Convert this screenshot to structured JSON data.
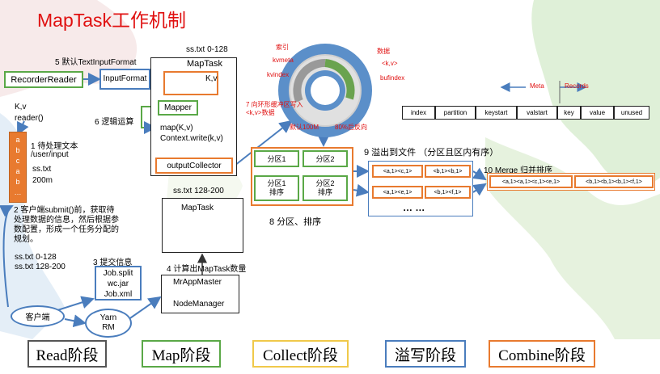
{
  "title": "MapTask工作机制",
  "colors": {
    "title": "#e01010",
    "green": "#5aa847",
    "orange": "#e87a2f",
    "blue": "#4a7dbd",
    "map_bg": "#dff0d8"
  },
  "left": {
    "recorder_reader": "RecorderReader",
    "input_format": "InputFormat",
    "step5": "5 默认TextInputFormat",
    "kv": "K,v",
    "reader": "reader()",
    "step1_title": "1 待处理文本",
    "step1_path": "/user/input",
    "step1_file": "ss.txt",
    "step1_size": "200m",
    "file_letters": [
      "a",
      "b",
      "c",
      "a",
      "b",
      "…"
    ],
    "step2_text": "2 客户端submit()前，获取待处理数据的信息，然后根据参数配置，形成一个任务分配的规划。",
    "split1": "ss.txt  0-128",
    "split2": "ss.txt  128-200",
    "client": "客户端",
    "step3": "3 提交信息",
    "job_files": [
      "Job.split",
      "wc.jar",
      "Job.xml"
    ],
    "yarn": "Yarn\nRM"
  },
  "maptask1": {
    "range": "ss.txt  0-128",
    "name": "MapTask",
    "kv": "K,v",
    "mapper": "Mapper",
    "step6": "6 逻辑运算",
    "map_call": "map(K,v)",
    "context_write": "Context.write(k,v)",
    "output_collector": "outputCollector"
  },
  "maptask2": {
    "range": "ss.txt  128-200",
    "name": "MapTask"
  },
  "step4": {
    "label": "4 计算出MapTask数量",
    "app_master": "MrAppMaster",
    "node_manager": "NodeManager"
  },
  "ring": {
    "index_label": "索引",
    "kvmeta": "kvmeta",
    "kvindex": "kvindex",
    "data_label": "数据",
    "kv": "<k,v>",
    "bufindex": "bufindex",
    "step7": "7 向环形缓冲区写入<k,v>数据",
    "default_size": "默认100M",
    "reverse": "80%后反向"
  },
  "meta_records": {
    "meta": "Meta",
    "records": "Records",
    "columns": [
      "index",
      "partition",
      "keystart",
      "valstart",
      "key",
      "value",
      "unused"
    ]
  },
  "partitions": {
    "cells": [
      "分区1",
      "分区2",
      "分区1\n排序",
      "分区2\n排序"
    ],
    "step8": "8 分区、排序"
  },
  "spill": {
    "step9": "9 溢出到文件 （分区且区内有序）",
    "row1": [
      "<a,1><c,1>",
      "<b,1><b,1>"
    ],
    "row2": [
      "<a,1><e,1>",
      "<b,1><f,1>"
    ],
    "ellipsis": "… …"
  },
  "merge": {
    "step10": "10 Merge 归并排序",
    "cells": [
      "<a,1><a,1><c,1><e,1>",
      "<b,1><b,1><b,1><f,1>"
    ]
  },
  "legend": [
    "Read阶段",
    "Map阶段",
    "Collect阶段",
    "溢写阶段",
    "Combine阶段"
  ]
}
